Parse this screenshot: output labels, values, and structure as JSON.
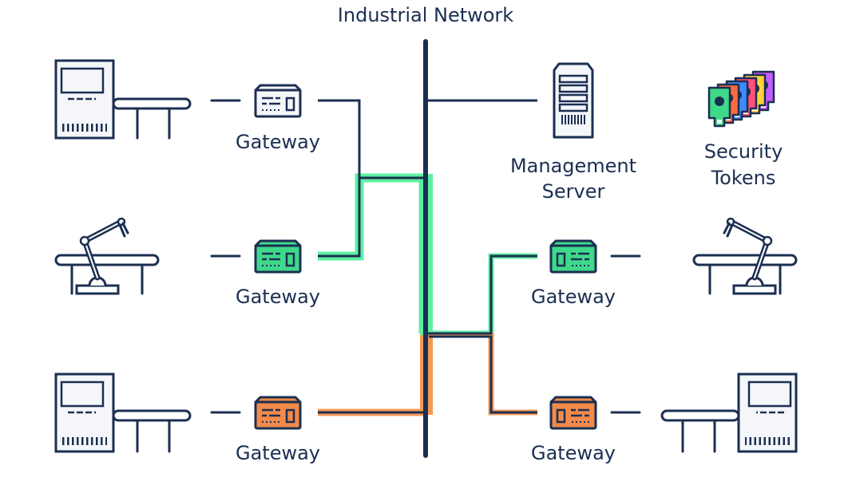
{
  "title": "Industrial Network",
  "colors": {
    "ink": "#1b2f52",
    "green_highlight": "#5ef0a0",
    "green_device": "#3fd98a",
    "orange_highlight": "#f59a55",
    "orange_device": "#f28a4a",
    "device_fill": "#f4f6f9",
    "token_colors": [
      "#3fd98a",
      "#ff6a3d",
      "#3d8bff",
      "#ff4f7b",
      "#ffd23d",
      "#c45cff"
    ]
  },
  "nodes": {
    "gateway_1": {
      "label": "Gateway",
      "icon": "gateway-device-icon",
      "status_color": "neutral"
    },
    "gateway_2": {
      "label": "Gateway",
      "icon": "gateway-device-icon",
      "status_color": "green"
    },
    "gateway_3": {
      "label": "Gateway",
      "icon": "gateway-device-icon",
      "status_color": "orange"
    },
    "gateway_4": {
      "label": "Gateway",
      "icon": "gateway-device-icon",
      "status_color": "green"
    },
    "gateway_5": {
      "label": "Gateway",
      "icon": "gateway-device-icon",
      "status_color": "orange"
    },
    "management_server": {
      "label_lines": [
        "Management",
        "Server"
      ],
      "icon": "server-rack-icon"
    },
    "security_tokens": {
      "label_lines": [
        "Security",
        "Tokens"
      ],
      "icon": "security-tokens-icon"
    },
    "machines": [
      {
        "icon": "machine-conveyor-icon"
      },
      {
        "icon": "robot-arm-conveyor-icon"
      },
      {
        "icon": "machine-conveyor-icon"
      },
      {
        "icon": "robot-arm-conveyor-icon"
      },
      {
        "icon": "machine-conveyor-icon"
      }
    ]
  }
}
